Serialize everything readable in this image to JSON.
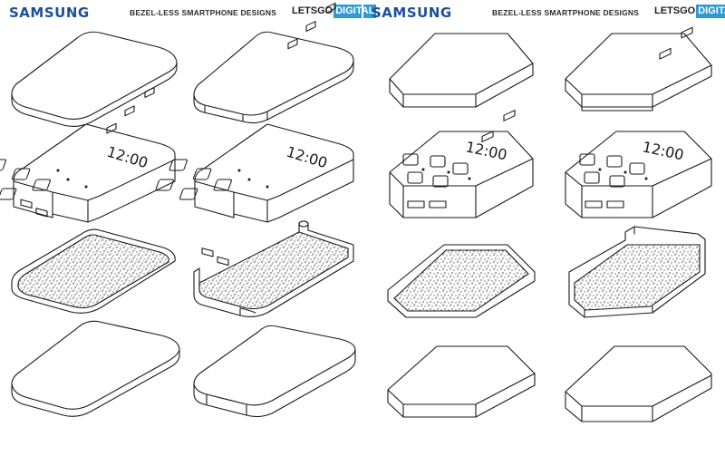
{
  "left_panel": {
    "brand": "SAMSUNG",
    "subtitle": "BEZEL-LESS SMARTPHONE DESIGNS",
    "logo_part1": "LETSGO",
    "logo_part2": "DIGITAL",
    "clock_a": "12:00",
    "clock_b": "12:00"
  },
  "right_panel": {
    "brand": "SAMSUNG",
    "subtitle": "BEZEL-LESS SMARTPHONE DESIGNS",
    "logo_part1": "LETSGO",
    "logo_part2": "DIGITAL",
    "clock_a": "12:00",
    "clock_b": "12:00"
  },
  "colors": {
    "brand_blue": "#1d4f9c",
    "logo_accent": "#2d9bd6",
    "line": "#1a1a1a"
  }
}
